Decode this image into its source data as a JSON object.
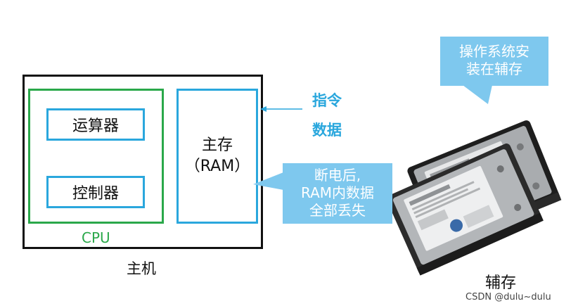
{
  "diagram": {
    "alu_label": "运算器",
    "control_label": "控制器",
    "cpu_label": "CPU",
    "memory_line1": "主存",
    "memory_line2": "（RAM）",
    "host_label": "主机",
    "instruction_label": "指令",
    "data_label": "数据",
    "power_callout": [
      "断电后,",
      "RAM内数据",
      "全部丢失"
    ],
    "os_callout": [
      "操作系统安",
      "装在辅存"
    ],
    "storage_label": "辅存"
  },
  "watermark": "CSDN @dulu~dulu",
  "colors": {
    "frame": "#111111",
    "cpu_green": "#2aa84a",
    "component_blue": "#2aa7dd",
    "callout_fill": "#7ec8ee"
  },
  "icons": {
    "storage_image": "hard-disk-drives"
  }
}
